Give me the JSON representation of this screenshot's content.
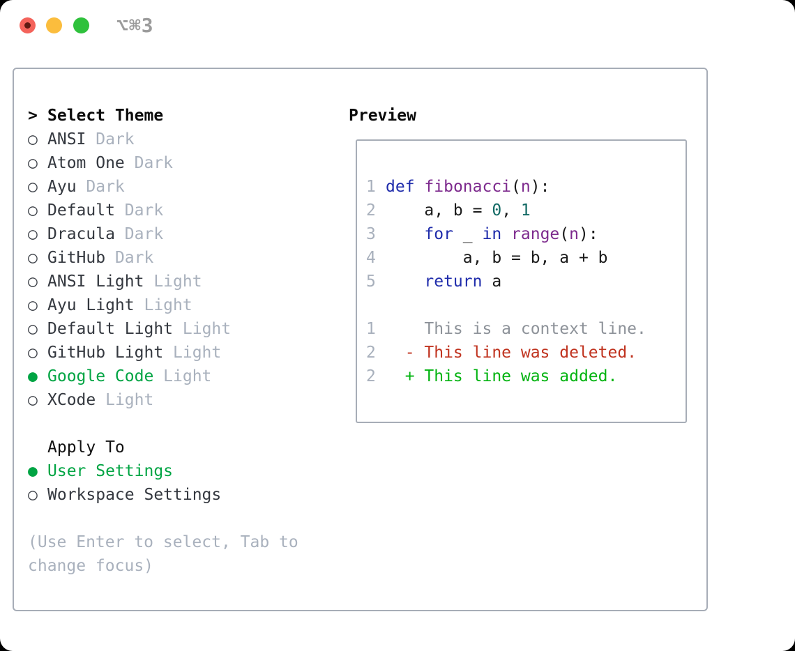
{
  "titlebar": {
    "title": "⌥⌘3"
  },
  "theme_panel": {
    "header": {
      "prefix": ">",
      "label": "Select Theme"
    },
    "markers": {
      "selected": "●",
      "unselected": "○"
    },
    "themes": [
      {
        "name": "ANSI",
        "variant": "Dark",
        "selected": false
      },
      {
        "name": "Atom One",
        "variant": "Dark",
        "selected": false
      },
      {
        "name": "Ayu",
        "variant": "Dark",
        "selected": false
      },
      {
        "name": "Default",
        "variant": "Dark",
        "selected": false
      },
      {
        "name": "Dracula",
        "variant": "Dark",
        "selected": false
      },
      {
        "name": "GitHub",
        "variant": "Dark",
        "selected": false
      },
      {
        "name": "ANSI Light",
        "variant": "Light",
        "selected": false
      },
      {
        "name": "Ayu Light",
        "variant": "Light",
        "selected": false
      },
      {
        "name": "Default Light",
        "variant": "Light",
        "selected": false
      },
      {
        "name": "GitHub Light",
        "variant": "Light",
        "selected": false
      },
      {
        "name": "Google Code",
        "variant": "Light",
        "selected": true
      },
      {
        "name": "XCode",
        "variant": "Light",
        "selected": false
      }
    ],
    "apply_to": {
      "header": "Apply To",
      "options": [
        {
          "label": "User Settings",
          "selected": true
        },
        {
          "label": "Workspace Settings",
          "selected": false
        }
      ]
    },
    "help_text": "(Use Enter to select, Tab to change focus)"
  },
  "preview": {
    "header": "Preview",
    "code_lines": [
      {
        "num": "1",
        "tokens": [
          {
            "c": "kw",
            "t": "def"
          },
          {
            "c": "pln",
            "t": " "
          },
          {
            "c": "fn",
            "t": "fibonacci"
          },
          {
            "c": "pln",
            "t": "("
          },
          {
            "c": "fn",
            "t": "n"
          },
          {
            "c": "pln",
            "t": "):"
          }
        ]
      },
      {
        "num": "2",
        "tokens": [
          {
            "c": "pln",
            "t": "    a, b = "
          },
          {
            "c": "num",
            "t": "0"
          },
          {
            "c": "pln",
            "t": ", "
          },
          {
            "c": "num",
            "t": "1"
          }
        ]
      },
      {
        "num": "3",
        "tokens": [
          {
            "c": "pln",
            "t": "    "
          },
          {
            "c": "kw",
            "t": "for"
          },
          {
            "c": "pln",
            "t": " _ "
          },
          {
            "c": "kw",
            "t": "in"
          },
          {
            "c": "pln",
            "t": " "
          },
          {
            "c": "fn",
            "t": "range"
          },
          {
            "c": "pln",
            "t": "("
          },
          {
            "c": "fn",
            "t": "n"
          },
          {
            "c": "pln",
            "t": "):"
          }
        ]
      },
      {
        "num": "4",
        "tokens": [
          {
            "c": "pln",
            "t": "        a, b = b, a + b"
          }
        ]
      },
      {
        "num": "5",
        "tokens": [
          {
            "c": "pln",
            "t": "    "
          },
          {
            "c": "kw",
            "t": "return"
          },
          {
            "c": "pln",
            "t": " a"
          }
        ]
      },
      {
        "num": "",
        "tokens": []
      }
    ],
    "diff_lines": [
      {
        "num": "1",
        "kind": "ctx",
        "text": "    This is a context line."
      },
      {
        "num": "2",
        "kind": "del",
        "text": "  - This line was deleted."
      },
      {
        "num": "2",
        "kind": "add",
        "text": "  + This line was added."
      }
    ]
  },
  "colors": {
    "keyword": "#1f2cab",
    "function": "#7d2a8d",
    "number": "#116964",
    "plain": "#1a1a1a",
    "line_number": "#a8b0bc",
    "context": "#8d9299",
    "deleted": "#c0331f",
    "added": "#00b30f",
    "selected_green": "#00a443",
    "marker": "#3f434a",
    "theme_text": "#34383f",
    "muted": "#a9b1bd",
    "border": "#a7adb7",
    "traffic_red": "#f4635b",
    "traffic_yellow": "#fbbd3d",
    "traffic_green": "#2fc13c"
  }
}
